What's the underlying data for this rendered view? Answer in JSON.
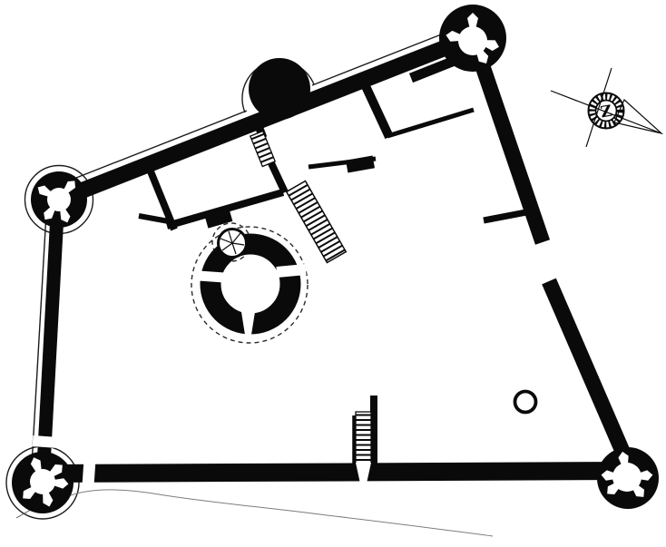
{
  "document": {
    "type": "castle-ground-plan",
    "description": "Black-and-white scanned ground plan of a quadrangular castle: four round corner towers with splayed embrasures, thick curtain walls, a semicircular tower on the north wall, interior ranges with three staircases, a central round keep with stair turret surrounded by a dashed outline, a well, a terrain line and a compass rose."
  },
  "colors": {
    "ink": "#0a0a0a",
    "paper": "#ffffff",
    "terrain": "#7d7d7d",
    "outline": "#1c1c1c",
    "dashed": "#2a2a2a"
  },
  "compass": {
    "label": "Z"
  },
  "features": [
    {
      "id": "north-curtain-wall",
      "label": "North curtain wall"
    },
    {
      "id": "west-curtain-wall",
      "label": "West curtain wall"
    },
    {
      "id": "south-curtain-wall",
      "label": "South curtain wall"
    },
    {
      "id": "east-curtain-wall-north",
      "label": "East curtain wall (north section)"
    },
    {
      "id": "east-curtain-wall-south",
      "label": "East curtain wall (south section)"
    },
    {
      "id": "east-spur-wall",
      "label": "Spur wall at east curtain"
    },
    {
      "id": "semicircular-tower",
      "label": "Semicircular tower on north wall"
    },
    {
      "id": "northeast-tower",
      "label": "North-east round corner tower"
    },
    {
      "id": "west-tower",
      "label": "West round corner tower"
    },
    {
      "id": "southwest-tower",
      "label": "South-west round corner tower"
    },
    {
      "id": "southeast-tower",
      "label": "South-east round corner tower"
    },
    {
      "id": "west-range",
      "label": "West range building"
    },
    {
      "id": "middle-range",
      "label": "Middle range partition walls"
    },
    {
      "id": "great-staircase",
      "label": "Great staircase"
    },
    {
      "id": "small-staircase",
      "label": "Small staircase"
    },
    {
      "id": "south-staircase",
      "label": "South staircase through wall"
    },
    {
      "id": "central-keep",
      "label": "Central round keep"
    },
    {
      "id": "stair-turret",
      "label": "Stair turret of keep"
    },
    {
      "id": "well",
      "label": "Well"
    },
    {
      "id": "west-postern",
      "label": "Postern gate in west wall"
    },
    {
      "id": "south-gate",
      "label": "Gate in south wall"
    },
    {
      "id": "compass-rose",
      "label": "Compass rose"
    },
    {
      "id": "terrain-line",
      "label": "Terrain line"
    }
  ]
}
